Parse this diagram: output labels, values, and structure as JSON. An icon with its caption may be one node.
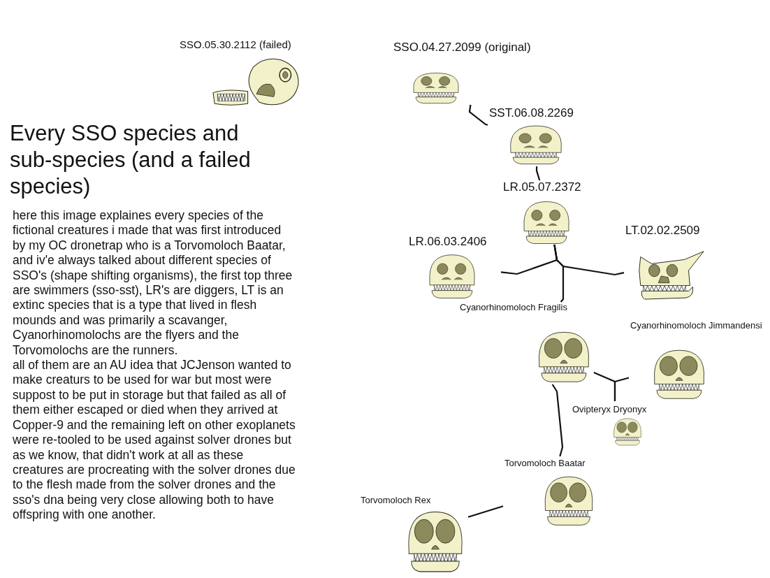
{
  "diagram": {
    "title": "Every SSO species and sub-species (and a failed species)",
    "nodes": [
      {
        "text": [
          "SSO.05.30.2112 (failed)"
        ]
      },
      {
        "text": [
          "SSO.04.27.2099 (original)"
        ]
      },
      {
        "text": [
          "SST.06.08.2269"
        ]
      },
      {
        "text": [
          "LR.05.07.2372"
        ]
      },
      {
        "text": [
          "LR.06.03.2406"
        ]
      },
      {
        "text": [
          "LT.02.02.2509"
        ]
      },
      {
        "text": [
          "Cyanorhinomoloch Fragilis"
        ]
      },
      {
        "text": [
          "Cyanorhinomoloch Jimmandensi"
        ]
      },
      {
        "text": [
          "Ovipteryx Dryonyx"
        ]
      },
      {
        "text": [
          "Torvomoloch Baatar"
        ]
      },
      {
        "text": [
          "Torvomoloch Rex"
        ]
      }
    ],
    "edges": [
      {
        "from": 1,
        "to": 2,
        "arrow": "none"
      },
      {
        "from": 2,
        "to": 3,
        "arrow": "none"
      },
      {
        "from": 3,
        "to": 4,
        "arrow": "none"
      },
      {
        "from": 3,
        "to": 5,
        "arrow": "none"
      },
      {
        "from": 3,
        "to": 6,
        "arrow": "none"
      },
      {
        "from": 6,
        "to": 8,
        "arrow": "none"
      },
      {
        "from": 7,
        "to": 8,
        "arrow": "none"
      },
      {
        "from": 6,
        "to": 9,
        "arrow": "none"
      },
      {
        "from": 9,
        "to": 10,
        "arrow": "none"
      }
    ],
    "labels": [
      "here this image explaines every species of the fictional creatures i made that was first introduced by my OC dronetrap who is a Torvomoloch Baatar, and iv'e always talked about different species of SSO's (shape shifting organisms), the first top three are swimmers (sso-sst), LR's are diggers, LT is an extinc species that is a type that lived in flesh mounds and was primarily a scavanger, Cyanorhinomolochs are the flyers and the Torvomolochs are the runners.",
      "all of them are an AU idea that JCJenson wanted to make creaturs to be used for war but most were suppost to be put in storage but that failed as all of them either escaped or died when they arrived at Copper-9 and the remaining left on other exoplanets were re-tooled to be used against solver drones but as we know, that didn't work at all as these creatures are procreating with the solver drones due to the flesh made from the solver drones and the sso's dna being very close allowing both to have offspring with one another."
    ]
  }
}
